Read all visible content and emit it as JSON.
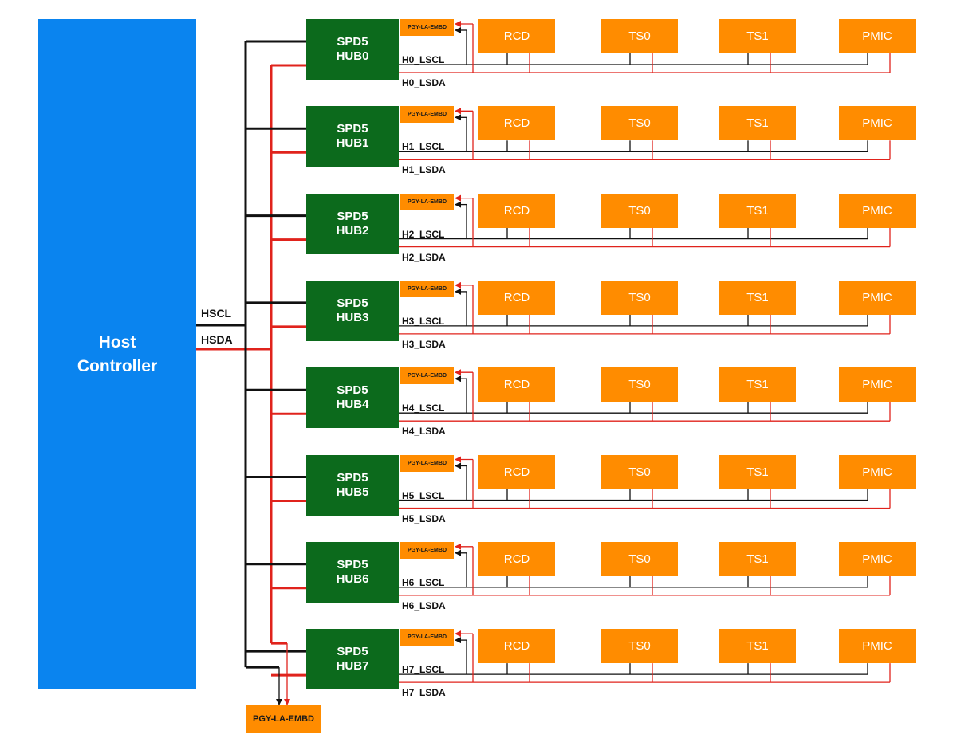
{
  "host": {
    "label": "Host\nController"
  },
  "host_bus": {
    "scl_label": "HSCL",
    "sda_label": "HSDA"
  },
  "hubs": [
    {
      "label": "SPD5\nHUB0",
      "scl": "H0_LSCL",
      "sda": "H0_LSDA",
      "la": "PGY-LA-EMBD",
      "devices": [
        "RCD",
        "TS0",
        "TS1",
        "PMIC"
      ]
    },
    {
      "label": "SPD5\nHUB1",
      "scl": "H1_LSCL",
      "sda": "H1_LSDA",
      "la": "PGY-LA-EMBD",
      "devices": [
        "RCD",
        "TS0",
        "TS1",
        "PMIC"
      ]
    },
    {
      "label": "SPD5\nHUB2",
      "scl": "H2_LSCL",
      "sda": "H2_LSDA",
      "la": "PGY-LA-EMBD",
      "devices": [
        "RCD",
        "TS0",
        "TS1",
        "PMIC"
      ]
    },
    {
      "label": "SPD5\nHUB3",
      "scl": "H3_LSCL",
      "sda": "H3_LSDA",
      "la": "PGY-LA-EMBD",
      "devices": [
        "RCD",
        "TS0",
        "TS1",
        "PMIC"
      ]
    },
    {
      "label": "SPD5\nHUB4",
      "scl": "H4_LSCL",
      "sda": "H4_LSDA",
      "la": "PGY-LA-EMBD",
      "devices": [
        "RCD",
        "TS0",
        "TS1",
        "PMIC"
      ]
    },
    {
      "label": "SPD5\nHUB5",
      "scl": "H5_LSCL",
      "sda": "H5_LSDA",
      "la": "PGY-LA-EMBD",
      "devices": [
        "RCD",
        "TS0",
        "TS1",
        "PMIC"
      ]
    },
    {
      "label": "SPD5\nHUB6",
      "scl": "H6_LSCL",
      "sda": "H6_LSDA",
      "la": "PGY-LA-EMBD",
      "devices": [
        "RCD",
        "TS0",
        "TS1",
        "PMIC"
      ]
    },
    {
      "label": "SPD5\nHUB7",
      "scl": "H7_LSCL",
      "sda": "H7_LSDA",
      "la": "PGY-LA-EMBD",
      "devices": [
        "RCD",
        "TS0",
        "TS1",
        "PMIC"
      ]
    }
  ],
  "bottom_analyzer": {
    "label": "PGY-LA-EMBD"
  },
  "colors": {
    "host": "#0a84ef",
    "hub": "#0c6a1c",
    "device": "#ff8c00",
    "scl_wire": "#111111",
    "sda_wire": "#e0231c"
  },
  "icons": {
    "wire_arrow": "arrow-head-icon"
  }
}
